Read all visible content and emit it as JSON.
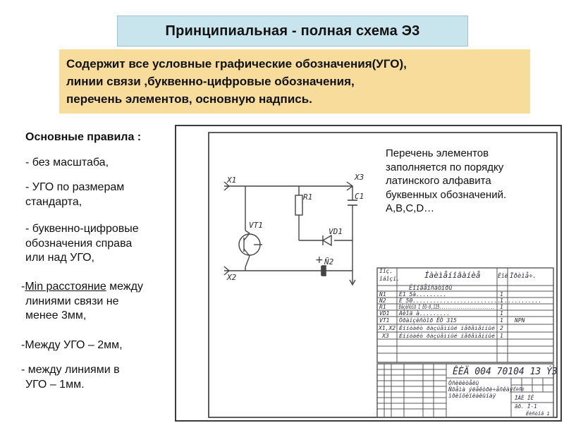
{
  "title": "Принципиальная  - полная схема Э3",
  "description": {
    "lines": [
      "Содержит все условные графические обозначения(УГО),",
      " линии связи ,буквенно-цифровые обозначения,",
      "перечень элементов, основную надпись."
    ]
  },
  "rules": {
    "heading": "Основные правила :",
    "items": [
      {
        "lines": [
          " - без масштаба,"
        ]
      },
      {
        "lines": [
          " - УГО по размерам",
          "стандарта,"
        ]
      },
      {
        "lines": [
          " - буквенно-цифровые",
          "обозначения справа",
          "или над УГО,"
        ]
      },
      {
        "prefix": "-",
        "underlined": "Min расстояние",
        "suffix": " между",
        "lines": [
          "линиями связи не",
          "менее 3мм,"
        ]
      },
      {
        "lines": [
          "-Между УГО – 2мм,"
        ]
      },
      {
        "lines": [
          "- между линиями в",
          "УГО – 1мм."
        ]
      }
    ]
  },
  "drawing": {
    "note_lines": [
      "Перечень элементов",
      "заполняется  по порядку",
      "латинского алфавита",
      "буквенных обозначений.",
      "A,B,C,D…"
    ],
    "labels": {
      "x1": "X1",
      "x2": "X2",
      "x3": "X3",
      "r1": "R1",
      "c1": "C1",
      "vt1": "VT1",
      "vd1": "VD1",
      "n2": "Ñ2"
    },
    "elements_table": {
      "head_pos": "Ïîç.",
      "head_pos2": "îáîçí.",
      "head_name": "Íàèìåíîâàíèå",
      "head_qty": "Êîë",
      "head_note": "Ïðèìå÷.",
      "rows": [
        {
          "pos": "",
          "name": "Êîíäåíñàòîðû",
          "qty": "",
          "note": ""
        },
        {
          "pos": "Ñ1",
          "name": "Ê1  5à.........",
          "qty": "1",
          "note": ""
        },
        {
          "pos": "Ñ2",
          "name": "Ê 50......................................",
          "qty": "1",
          "note": ""
        },
        {
          "pos": "R1",
          "name": "Ðåçèñòîð  Ì ËÒ-0,125..........................",
          "qty": "1",
          "note": ""
        },
        {
          "pos": "VD1",
          "name": "Äèîä  à.........",
          "qty": "1",
          "note": ""
        },
        {
          "pos": "VT1",
          "name": "Òðàíçèñòîð  ÊÒ 315",
          "qty": "1",
          "note": "NPN"
        },
        {
          "pos": "X1,X2",
          "name": "Êîíòàêò ðàçúåìíûé ïåðåìåííûé",
          "qty": "2",
          "note": ""
        },
        {
          "pos": "X3",
          "name": "Êîíòàêò ðàçúåìíûé ïåðåìåííûé",
          "qty": "1",
          "note": ""
        }
      ]
    },
    "stamp": {
      "code": "ÊÈÄ  004 70104  13 Ý3",
      "title_lines": [
        "Óñèëèòåëü",
        "Ñõåìà ýëåêòðè÷åñêàÿ",
        "ïðèíöèïèàëüíàÿ"
      ],
      "sheet_label": "Ëèñò",
      "org_lines": [
        "ÌÀÈ ÍÊ",
        "ãð. Ì-1"
      ],
      "sheets_label": "Ëèñòîâ 1"
    }
  }
}
